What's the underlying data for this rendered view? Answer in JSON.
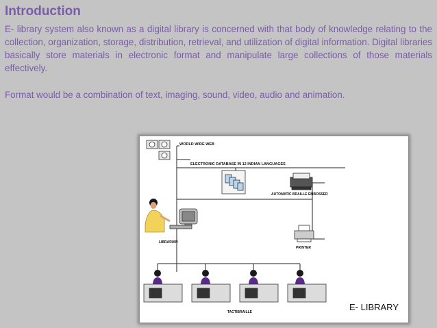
{
  "slide": {
    "title": "Introduction",
    "paragraph1": "E- library system also known as a digital library is concerned with that body of knowledge relating to the collection, organization, storage, distribution, retrieval, and utilization of digital information. Digital libraries basically store materials in electronic format and manipulate large collections of those materials effectively.",
    "paragraph2": "Format would be a combination of text, imaging, sound, video, audio and animation."
  },
  "diagram": {
    "labels": {
      "www": "WORLD WIDE WEB",
      "database": "ELECTRONIC DATABASE IN 12 INDIAN LANGUAGES",
      "embosser": "AUTOMATIC BRAILLE EMBOSSER",
      "printer": "PRINTER",
      "librarian": "LIBRARIAN",
      "tactibraille": "TACTIBRAILLE",
      "caption": "E- LIBRARY"
    },
    "icons": [
      "globe-icon",
      "documents-icon",
      "embosser-icon",
      "printer-icon",
      "librarian-icon",
      "computer-icon",
      "user-icon",
      "braille-display-icon"
    ]
  }
}
